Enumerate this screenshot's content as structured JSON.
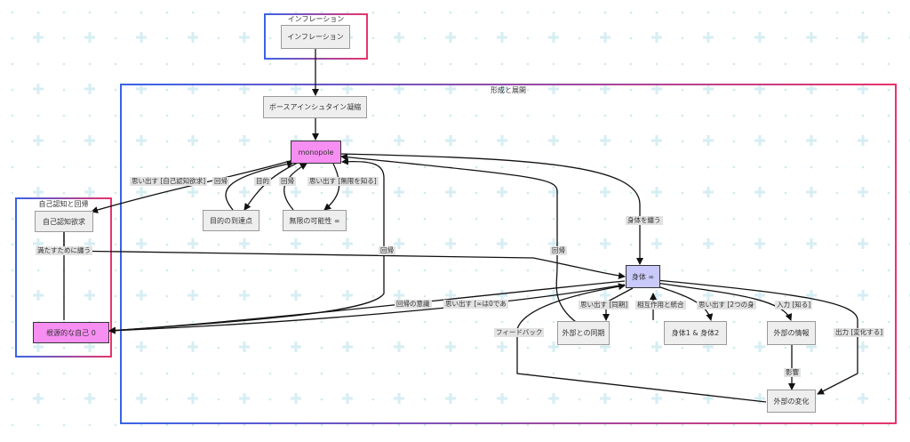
{
  "groups": {
    "inflation": "インフレーション",
    "formation": "形成と展開",
    "self": "自己認知と回帰"
  },
  "nodes": {
    "inflation": "インフレーション",
    "bec": "ボースアインシュタイン凝縮",
    "monopole": "monopole",
    "goal": "目的の到達点",
    "infinite": "無限の可能性 ∞",
    "self_desire": "自己認知欲求",
    "origin_self": "根源的な自己 0",
    "body": "身体 ∞",
    "external_sync": "外部との同期",
    "body12": "身体1 & 身体2",
    "external_info": "外部の情報",
    "external_change": "外部の変化"
  },
  "edges": {
    "remember_self": "思い出す [自己認知欲求]",
    "return1": "回帰",
    "purpose": "目的",
    "return2": "回帰",
    "remember_infinite": "思い出す [無限を知る]",
    "wear_body": "身体を纏う",
    "wear_to_satisfy": "満たすために纏う",
    "return_right": "回帰",
    "return_mid": "回帰",
    "awareness": "回帰の意識",
    "remember_zero": "思い出す [∞は0であ",
    "feedback": "フィードバック",
    "remember_sync": "思い出す [同期]",
    "interaction": "相互作用と統合",
    "remember_two": "思い出す [2つの身",
    "input": "入力 [知る]",
    "output": "出力 [変化する]",
    "influence": "影響"
  },
  "colors": {
    "pink": "#f78ef2",
    "lavender": "#c9c9fb",
    "node_gray": "#eeeeee",
    "border_blue": "#3a63e8",
    "border_red": "#e8336b"
  }
}
